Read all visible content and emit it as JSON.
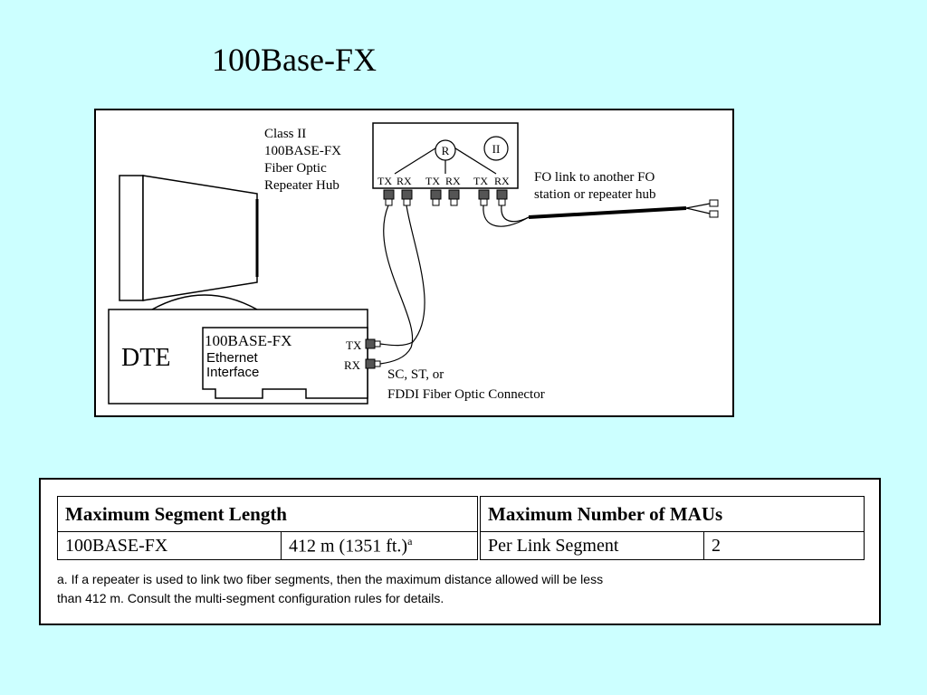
{
  "slide": {
    "title": "100Base-FX"
  },
  "diagram": {
    "hub_label": [
      "Class II",
      "100BASE-FX",
      "Fiber Optic",
      "Repeater Hub"
    ],
    "hub_symbols": {
      "repeater": "R",
      "class": "II"
    },
    "port_labels": [
      "TX",
      "RX",
      "TX",
      "RX",
      "TX",
      "RX"
    ],
    "fo_link_label": [
      "FO link to another FO",
      "station or repeater hub"
    ],
    "dte_label": "DTE",
    "interface_label": [
      "100BASE-FX",
      "Ethernet",
      "Interface"
    ],
    "interface_tx": "TX",
    "interface_rx": "RX",
    "connector_label": [
      "SC, ST, or",
      "FDDI Fiber Optic Connector"
    ]
  },
  "table": {
    "headers": [
      "Maximum Segment Length",
      "Maximum Number of MAUs"
    ],
    "row": {
      "type": "100BASE-FX",
      "length": "412 m (1351 ft.)",
      "length_note": "a",
      "mau_scope": "Per Link Segment",
      "mau_count": "2"
    },
    "footnote": [
      "a. If a repeater is used to link two fiber segments, then the maximum distance allowed will be less",
      "than 412 m. Consult the multi-segment configuration rules for details."
    ]
  }
}
